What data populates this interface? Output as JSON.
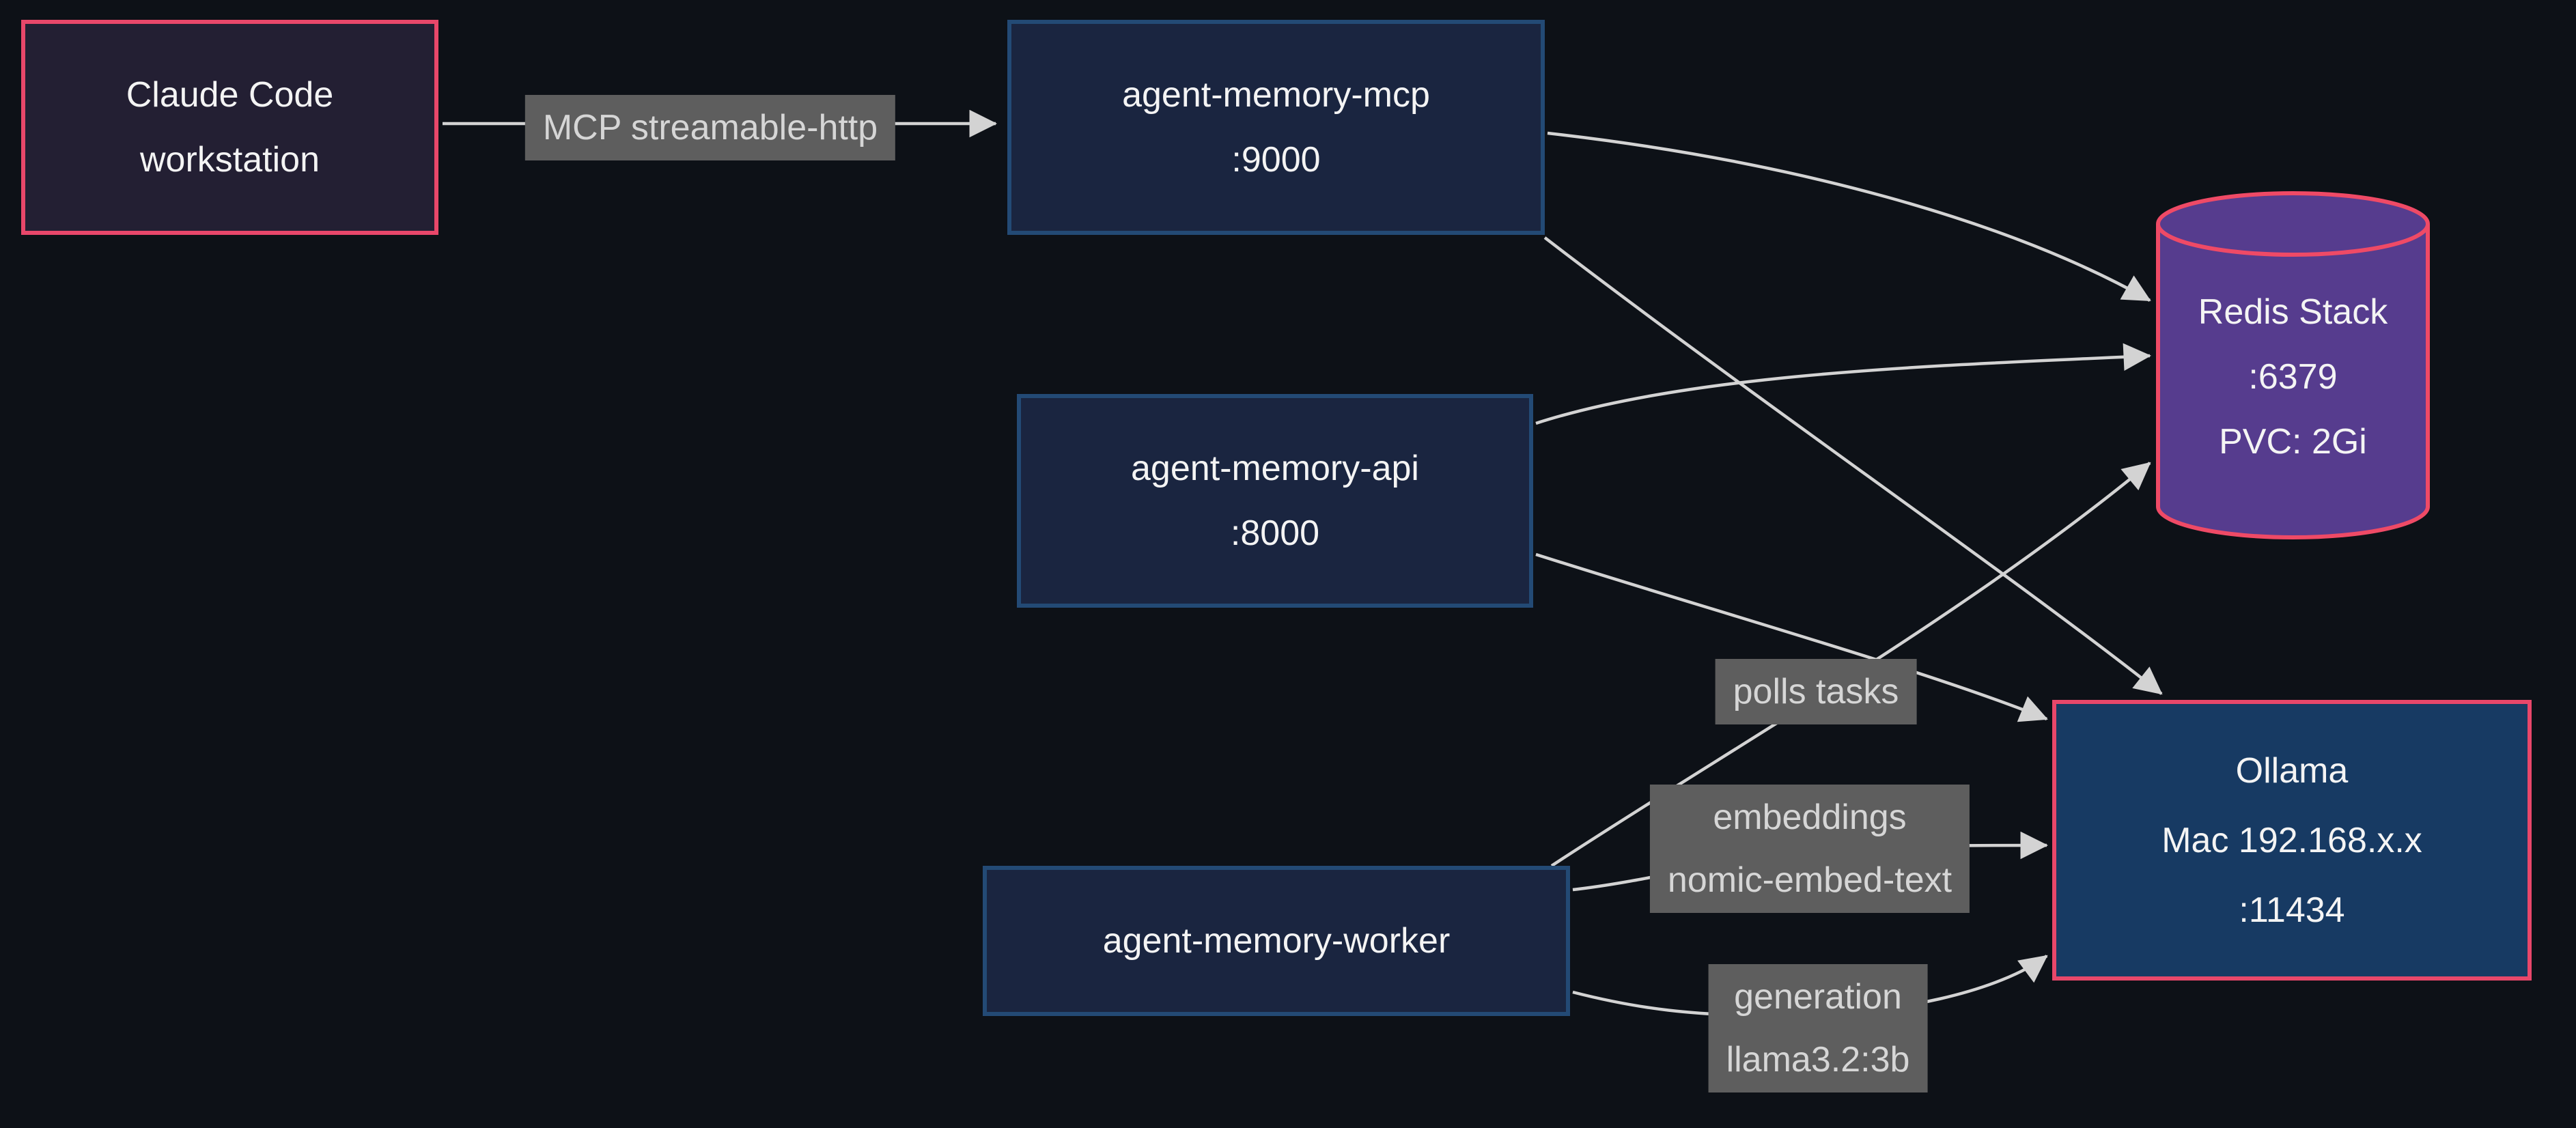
{
  "diagram": {
    "background_color": "#0d1117",
    "edge_color": "#d3d3d3",
    "edge_label_bg": "#5e5e5e",
    "edge_label_text_color": "#d6d6d6",
    "node_text_color": "#f4f4f4",
    "accent_pink": "#e8476a",
    "accent_blue_border": "#234a75",
    "nodes": {
      "workstation": {
        "lines": [
          "Claude Code",
          "workstation"
        ],
        "fill": "#231f33",
        "border_color": "#e8476a",
        "shape": "rect"
      },
      "mcp": {
        "lines": [
          "agent-memory-mcp",
          ":9000"
        ],
        "fill": "#1a2540",
        "border_color": "#234a75",
        "shape": "rect"
      },
      "api": {
        "lines": [
          "agent-memory-api",
          ":8000"
        ],
        "fill": "#1a2540",
        "border_color": "#234a75",
        "shape": "rect"
      },
      "worker": {
        "lines": [
          "agent-memory-worker"
        ],
        "fill": "#1a2540",
        "border_color": "#234a75",
        "shape": "rect"
      },
      "redis": {
        "lines": [
          "Redis Stack",
          ":6379",
          "PVC: 2Gi"
        ],
        "fill": "#563c8e",
        "border_color": "#ef4a66",
        "shape": "cylinder"
      },
      "ollama": {
        "lines": [
          "Ollama",
          "Mac 192.168.x.x",
          ":11434"
        ],
        "fill": "#173a63",
        "border_color": "#e8476a",
        "shape": "rect"
      }
    },
    "edge_labels": {
      "transport": {
        "lines": [
          "MCP streamable-http"
        ]
      },
      "polls": {
        "lines": [
          "polls tasks"
        ]
      },
      "embeddings": {
        "lines": [
          "embeddings",
          "nomic-embed-text"
        ]
      },
      "generation": {
        "lines": [
          "generation",
          "llama3.2:3b"
        ]
      }
    },
    "edges": [
      {
        "from": "workstation",
        "to": "mcp",
        "label": "MCP streamable-http"
      },
      {
        "from": "mcp",
        "to": "redis",
        "label": ""
      },
      {
        "from": "mcp",
        "to": "ollama",
        "label": ""
      },
      {
        "from": "api",
        "to": "redis",
        "label": ""
      },
      {
        "from": "api",
        "to": "ollama",
        "label": ""
      },
      {
        "from": "worker",
        "to": "redis",
        "label": "polls tasks"
      },
      {
        "from": "worker",
        "to": "ollama",
        "label": "embeddings nomic-embed-text"
      },
      {
        "from": "worker",
        "to": "ollama",
        "label": "generation llama3.2:3b"
      }
    ]
  }
}
